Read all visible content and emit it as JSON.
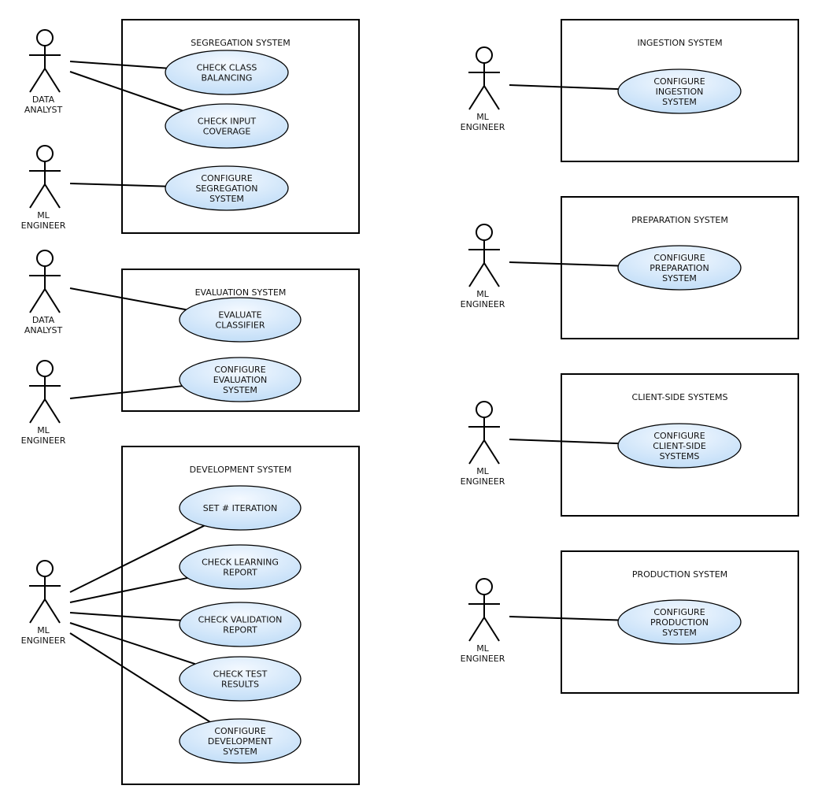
{
  "systems": [
    {
      "id": "segregation",
      "title": "SEGREGATION SYSTEM",
      "usecases": [
        {
          "id": "seg-check-class",
          "lines": [
            "CHECK CLASS",
            "BALANCING"
          ]
        },
        {
          "id": "seg-check-input",
          "lines": [
            "CHECK INPUT",
            "COVERAGE"
          ]
        },
        {
          "id": "seg-configure",
          "lines": [
            "CONFIGURE",
            "SEGREGATION",
            "SYSTEM"
          ]
        }
      ]
    },
    {
      "id": "evaluation",
      "title": "EVALUATION SYSTEM",
      "usecases": [
        {
          "id": "eval-evaluate",
          "lines": [
            "EVALUATE",
            "CLASSIFIER"
          ]
        },
        {
          "id": "eval-configure",
          "lines": [
            "CONFIGURE",
            "EVALUATION",
            "SYSTEM"
          ]
        }
      ]
    },
    {
      "id": "development",
      "title": "DEVELOPMENT SYSTEM",
      "usecases": [
        {
          "id": "dev-set-iteration",
          "lines": [
            "SET # ITERATION"
          ]
        },
        {
          "id": "dev-check-learning",
          "lines": [
            "CHECK LEARNING",
            "REPORT"
          ]
        },
        {
          "id": "dev-check-validation",
          "lines": [
            "CHECK VALIDATION",
            "REPORT"
          ]
        },
        {
          "id": "dev-check-test",
          "lines": [
            "CHECK TEST",
            "RESULTS"
          ]
        },
        {
          "id": "dev-configure",
          "lines": [
            "CONFIGURE",
            "DEVELOPMENT",
            "SYSTEM"
          ]
        }
      ]
    },
    {
      "id": "ingestion",
      "title": "INGESTION SYSTEM",
      "usecases": [
        {
          "id": "ing-configure",
          "lines": [
            "CONFIGURE",
            "INGESTION",
            "SYSTEM"
          ]
        }
      ]
    },
    {
      "id": "preparation",
      "title": "PREPARATION SYSTEM",
      "usecases": [
        {
          "id": "prep-configure",
          "lines": [
            "CONFIGURE",
            "PREPARATION",
            "SYSTEM"
          ]
        }
      ]
    },
    {
      "id": "client-side",
      "title": "CLIENT-SIDE SYSTEMS",
      "usecases": [
        {
          "id": "client-configure",
          "lines": [
            "CONFIGURE",
            "CLIENT-SIDE",
            "SYSTEMS"
          ]
        }
      ]
    },
    {
      "id": "production",
      "title": "PRODUCTION SYSTEM",
      "usecases": [
        {
          "id": "prod-configure",
          "lines": [
            "CONFIGURE",
            "PRODUCTION",
            "SYSTEM"
          ]
        }
      ]
    }
  ],
  "actors": [
    {
      "id": "data-analyst-1",
      "lines": [
        "DATA",
        "ANALYST"
      ],
      "links": [
        "seg-check-class",
        "seg-check-input"
      ]
    },
    {
      "id": "ml-engineer-1",
      "lines": [
        "ML",
        "ENGINEER"
      ],
      "links": [
        "seg-configure"
      ]
    },
    {
      "id": "data-analyst-2",
      "lines": [
        "DATA",
        "ANALYST"
      ],
      "links": [
        "eval-evaluate"
      ]
    },
    {
      "id": "ml-engineer-2",
      "lines": [
        "ML",
        "ENGINEER"
      ],
      "links": [
        "eval-configure"
      ]
    },
    {
      "id": "ml-engineer-3",
      "lines": [
        "ML",
        "ENGINEER"
      ],
      "links": [
        "dev-set-iteration",
        "dev-check-learning",
        "dev-check-validation",
        "dev-check-test",
        "dev-configure"
      ]
    },
    {
      "id": "ml-engineer-4",
      "lines": [
        "ML",
        "ENGINEER"
      ],
      "links": [
        "ing-configure"
      ]
    },
    {
      "id": "ml-engineer-5",
      "lines": [
        "ML",
        "ENGINEER"
      ],
      "links": [
        "prep-configure"
      ]
    },
    {
      "id": "ml-engineer-6",
      "lines": [
        "ML",
        "ENGINEER"
      ],
      "links": [
        "client-configure"
      ]
    },
    {
      "id": "ml-engineer-7",
      "lines": [
        "ML",
        "ENGINEER"
      ],
      "links": [
        "prod-configure"
      ]
    }
  ],
  "colors": {
    "usecase_fill_light": "#f4f9ff",
    "usecase_fill_dark": "#bfdcf7",
    "stroke": "#000000"
  }
}
